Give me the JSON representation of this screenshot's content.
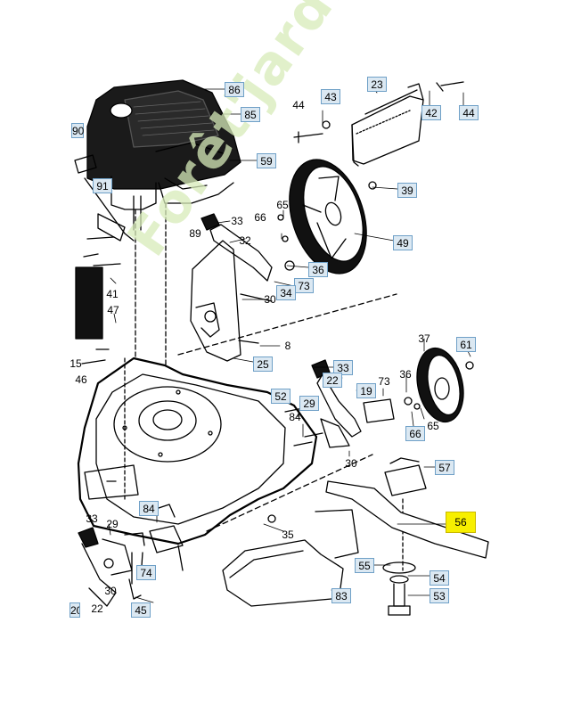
{
  "watermark": "Forêt'jardin.com",
  "colors": {
    "callout_fill": "#dbe8f2",
    "callout_border": "#6fa0c7",
    "highlight": "#f7ef00",
    "watermark": "#cfe5a8"
  },
  "callouts": {
    "c86": "86",
    "c85": "85",
    "c59": "59",
    "c90": "90",
    "c91": "91",
    "c43": "43",
    "c44a": "44",
    "c23": "23",
    "c42": "42",
    "c44b": "44",
    "c39": "39",
    "c33a": "33",
    "c66a": "66",
    "c65a": "65",
    "c89": "89",
    "c32": "32",
    "c49": "49",
    "c36a": "36",
    "c73a": "73",
    "c34": "34",
    "c41": "41",
    "c30a": "30",
    "c47": "47",
    "c8": "8",
    "c25": "25",
    "c37": "37",
    "c61": "61",
    "c46": "46",
    "c33b": "33",
    "c22a": "22",
    "c73b": "73",
    "c36b": "36",
    "c19": "19",
    "c52": "52",
    "c29a": "29",
    "c84a": "84",
    "c66b": "66",
    "c65b": "65",
    "c30b": "30",
    "c57": "57",
    "c33c": "33",
    "c29b": "29",
    "c84b": "84",
    "c56": "56",
    "c35": "35",
    "c74": "74",
    "c55": "55",
    "c54": "54",
    "c30c": "30",
    "c22b": "22",
    "c45": "45",
    "c83": "83",
    "c53": "53",
    "c20": "20",
    "c15": "15"
  }
}
